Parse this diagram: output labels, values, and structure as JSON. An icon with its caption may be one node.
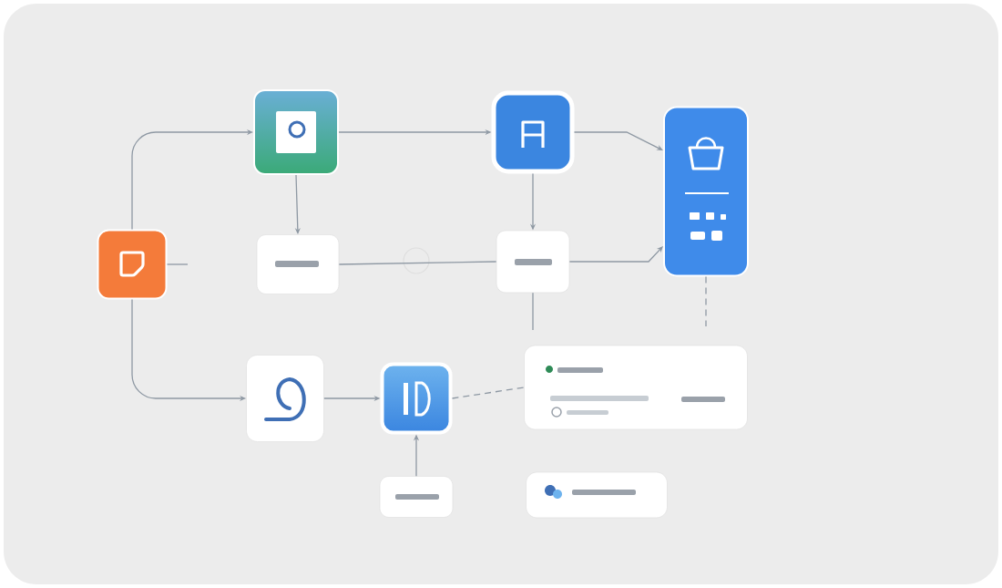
{
  "diagram": {
    "nodes": [
      {
        "text": [],
        "shape": "box"
      },
      {
        "text": [],
        "shape": "box"
      },
      {
        "text": [],
        "shape": "box"
      },
      {
        "text": [],
        "shape": "box"
      },
      {
        "text": [],
        "shape": "box"
      },
      {
        "text": [],
        "shape": "box"
      },
      {
        "text": [],
        "shape": "box"
      },
      {
        "text": [],
        "shape": "box"
      },
      {
        "text": [],
        "shape": "box"
      },
      {
        "text": [],
        "shape": "box"
      },
      {
        "text": [],
        "shape": "box"
      }
    ],
    "edges": [
      {
        "from": 0,
        "to": 1,
        "arrow": "to"
      },
      {
        "from": 0,
        "to": 6,
        "arrow": "to"
      },
      {
        "from": 1,
        "to": 2,
        "arrow": "to"
      },
      {
        "from": 2,
        "to": 3,
        "arrow": "to"
      },
      {
        "from": 1,
        "to": 4,
        "arrow": "to"
      },
      {
        "from": 2,
        "to": 5,
        "arrow": "to"
      },
      {
        "from": 4,
        "to": 5,
        "arrow": "none"
      },
      {
        "from": 5,
        "to": 3,
        "arrow": "to"
      },
      {
        "from": 6,
        "to": 7,
        "arrow": "to"
      },
      {
        "from": 7,
        "to": 8,
        "arrow": "none",
        "style": "dashed"
      },
      {
        "from": 9,
        "to": 7,
        "arrow": "to"
      },
      {
        "from": 0,
        "to": null,
        "arrow": "none"
      },
      {
        "from": 3,
        "to": null,
        "arrow": "none",
        "style": "dashed"
      },
      {
        "from": 5,
        "to": null,
        "arrow": "none"
      }
    ]
  }
}
